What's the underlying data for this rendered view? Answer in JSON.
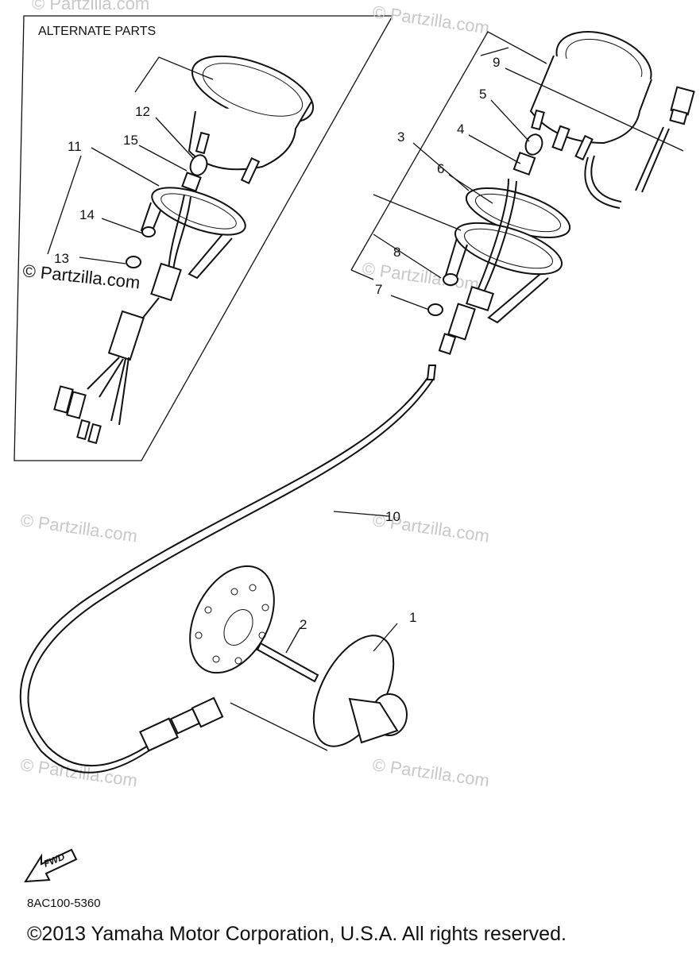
{
  "alternate_parts_label": "ALTERNATE PARTS",
  "callouts": {
    "p1": "1",
    "p2": "2",
    "p3": "3",
    "p4": "4",
    "p5": "5",
    "p6": "6",
    "p7": "7",
    "p8": "8",
    "p9": "9",
    "p10": "10",
    "p11": "11",
    "p12": "12",
    "p13": "13",
    "p14": "14",
    "p15": "15"
  },
  "watermark": "© Partzilla.com",
  "watermark_bold": "© Partzilla.com",
  "fwd_label": "FWD",
  "diagram_code": "8AC100-5360",
  "copyright": "©2013 Yamaha Motor Corporation, U.S.A. All rights reserved."
}
